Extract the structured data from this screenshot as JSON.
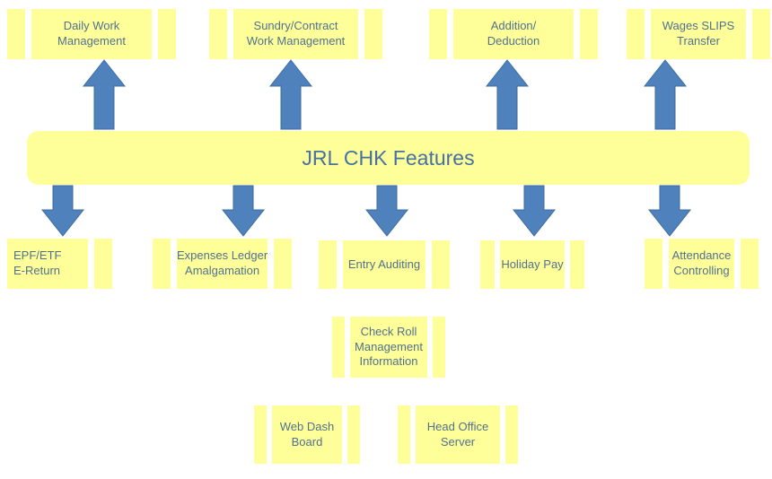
{
  "diagram": {
    "title": "JRL CHK Features",
    "top_nodes": [
      {
        "label": "Daily Work\nManagement"
      },
      {
        "label": "Sundry/Contract\nWork Management"
      },
      {
        "label": "Addition/\nDeduction"
      },
      {
        "label": "Wages SLIPS\nTransfer"
      }
    ],
    "middle_nodes": [
      {
        "label": "EPF/ETF\nE-Return"
      },
      {
        "label": "Expenses Ledger\nAmalgamation"
      },
      {
        "label": "Entry Auditing"
      },
      {
        "label": "Holiday Pay"
      },
      {
        "label": "Attendance\nControlling"
      }
    ],
    "lower_nodes": [
      {
        "label": "Check Roll\nManagement\nInformation"
      },
      {
        "label": "Web Dash\nBoard"
      },
      {
        "label": "Head Office\nServer"
      }
    ],
    "colors": {
      "node_fill": "#FFFF99",
      "label_text": "#50718F",
      "title_text": "#4571A3",
      "arrow_fill": "#4F81BD"
    }
  }
}
